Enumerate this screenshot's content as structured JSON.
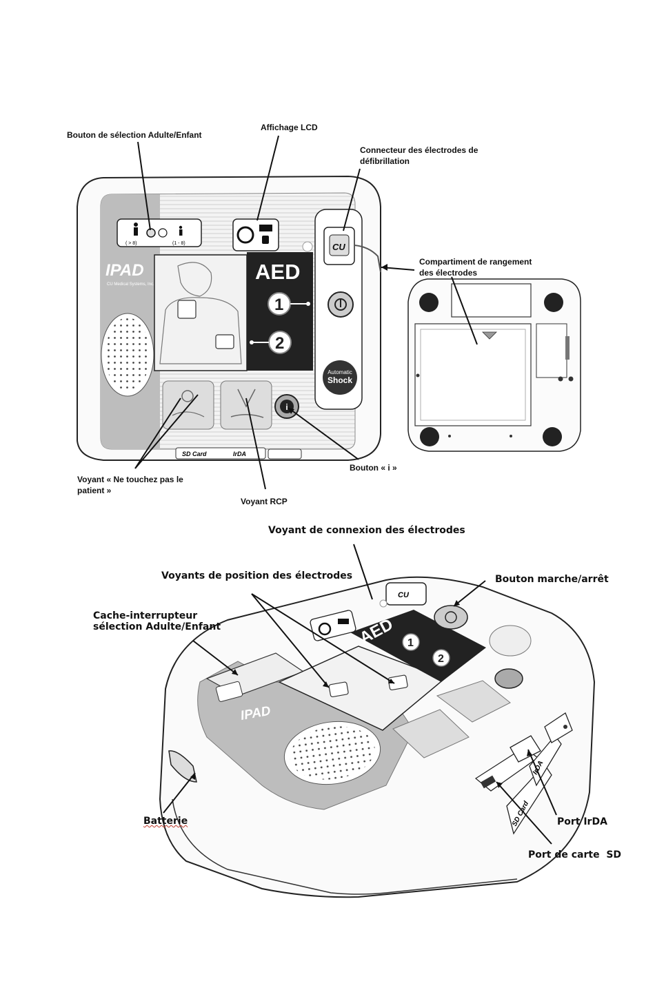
{
  "colors": {
    "line": "#111111",
    "device_gray": "#bdbdbd",
    "panel_dark": "#222222",
    "accent_red": "#c0392b"
  },
  "top_labels": {
    "adult_child_button": "Bouton de sélection Adulte/Enfant",
    "lcd_display": "Affichage LCD",
    "pad_connector": "Connecteur des électrodes de défibrillation",
    "pad_storage": "Compartiment de rangement des électrodes",
    "no_touch_light": "Voyant « Ne touchez pas le patient »",
    "cpr_light": "Voyant RCP",
    "info_button": "Bouton « i »"
  },
  "bottom_labels": {
    "pad_connection_light": "Voyant de connexion des électrodes",
    "pad_position_lights": "Voyants de position des électrodes",
    "power_button": "Bouton marche/arrêt",
    "switch_cover": "Cache-interrupteur sélection Adulte/Enfant",
    "battery": "Batterie",
    "irda_port": "Port IrDA",
    "sd_port": "Port de carte  SD"
  },
  "device_text": {
    "brand": "IPAD",
    "maker": "CU Medical Systems, Inc.",
    "aed": "AED",
    "step1": "1",
    "step2": "2",
    "auto_shock_line1": "Automatic",
    "auto_shock_line2": "Shock",
    "adult_range": "( > 8)",
    "child_range": "(1 - 8)",
    "sd_card": "SD Card",
    "irda": "IrDA",
    "info_glyph": "i",
    "cu_logo": "CU"
  }
}
